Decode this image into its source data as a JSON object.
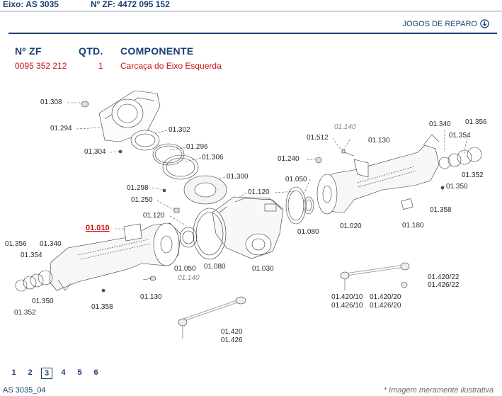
{
  "header": {
    "eixo": "Eixo: AS 3035",
    "zf": "Nº ZF: 4472 095 152"
  },
  "link": {
    "jogos_label": "JOGOS DE REPARO",
    "icon": "circle-down-arrow-icon"
  },
  "table": {
    "col_zf": "Nº ZF",
    "col_qtd": "QTD.",
    "col_comp": "COMPONENTE",
    "row": {
      "zf": "0095 352 212",
      "qtd": "1",
      "comp": "Carcaça do Eixo Esquerda"
    }
  },
  "labels": {
    "l01308": "01.308",
    "l01294": "01.294",
    "l01304": "01.304",
    "l01302": "01.302",
    "l01296": "01.296",
    "l01306": "01.306",
    "l01300": "01.300",
    "l01298": "01.298",
    "l01250": "01.250",
    "l01120a": "01.120",
    "l01010": "01.010",
    "l01356a": "01.356",
    "l01340a": "01.340",
    "l01354a": "01.354",
    "l01352a": "01.352",
    "l01350a": "01.350",
    "l01358a": "01.358",
    "l01130a": "01.130",
    "l01140a": "01.140",
    "l01050a": "01.050",
    "l01080a": "01.080",
    "l01030": "01.030",
    "l01140b": "01.140",
    "l01512": "01.512",
    "l01130b": "01.130",
    "l01240": "01.240",
    "l01050b": "01.050",
    "l01120b": "01.120",
    "l01080b": "01.080",
    "l01020": "01.020",
    "l01180": "01.180",
    "l01340b": "01.340",
    "l01356b": "01.356",
    "l01354b": "01.354",
    "l01352b": "01.352",
    "l01350b": "01.350",
    "l01358b": "01.358",
    "l01420": "01.420",
    "l01426": "01.426",
    "l0142022": "01.420/22",
    "l0142622": "01.426/22",
    "l0142010": "01.420/10",
    "l0142610": "01.426/10",
    "l0142020": "01.420/20",
    "l0142620": "01.426/20"
  },
  "pagination": {
    "pages": [
      "1",
      "2",
      "3",
      "4",
      "5",
      "6"
    ],
    "current": "3"
  },
  "footer": {
    "code": "AS 3035_04",
    "note": "* Imagem meramente ilustrativa"
  },
  "colors": {
    "primary": "#1c3f73",
    "highlight": "#cc1010"
  }
}
